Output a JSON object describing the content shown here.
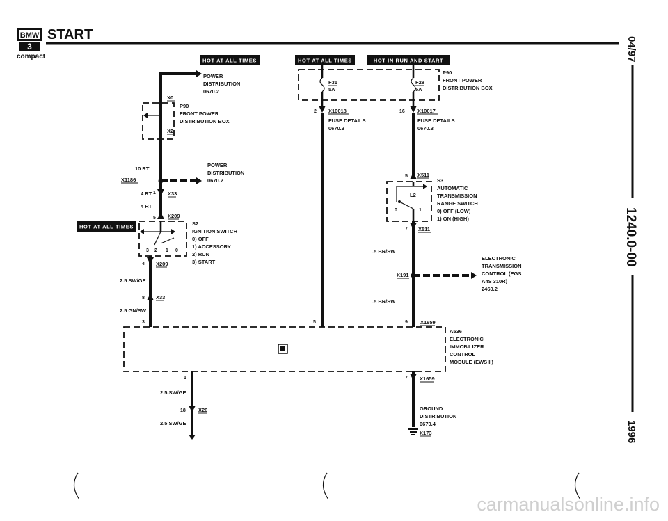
{
  "header": {
    "logo_text": "BMW",
    "series_badge": "3",
    "compact_label": "compact",
    "title": "START"
  },
  "side_margin": {
    "date_code": "04/97",
    "page_code": "1240.0-00",
    "year": "1996"
  },
  "tags": {
    "hot_at_all_times_1": "HOT AT ALL TIMES",
    "hot_at_all_times_2": "HOT AT ALL TIMES",
    "hot_in_run_and_start": "HOT IN RUN AND START",
    "hot_at_all_times_3": "HOT AT ALL TIMES"
  },
  "left_column": {
    "power_dist_top": [
      "POWER",
      "DISTRIBUTION",
      "0670.2"
    ],
    "x0": "X0",
    "p90_box": [
      "P90",
      "FRONT POWER",
      "DISTRIBUTION BOX"
    ],
    "x2": "X2",
    "wire_10rt": "10 RT",
    "x1186": "X1186",
    "power_dist_side": [
      "POWER",
      "DISTRIBUTION",
      "0670.2"
    ],
    "wire_4rt_a": "4 RT",
    "pin_1": "1",
    "x33_top": "X33",
    "wire_4rt_b": "4 RT",
    "pin_5": "5",
    "x209_top": "X209",
    "s2_box": [
      "S2",
      "IGNITION SWITCH",
      "0)  OFF",
      "1)  ACCESSORY",
      "2)  RUN",
      "3)  START"
    ],
    "switch_positions": [
      "3",
      "2",
      "1",
      "0"
    ],
    "pin_4": "4",
    "x209_bottom": "X209",
    "wire_25_swge": "2.5 SW/GE",
    "pin_8": "8",
    "x33_bottom": "X33",
    "wire_25_gnsw": "2.5 GN/SW",
    "pin_3": "3"
  },
  "middle_column": {
    "f31": "F31",
    "f31_amp": "5A",
    "pin_2": "2",
    "x10018": "X10018",
    "fuse_details": [
      "FUSE DETAILS",
      "0670.3"
    ],
    "pin_5_bottom": "5"
  },
  "right_column": {
    "f28": "F28",
    "f28_amp": "5A",
    "p90_box": [
      "P90",
      "FRONT POWER",
      "DISTRIBUTION BOX"
    ],
    "pin_16": "16",
    "x10017": "X10017",
    "fuse_details": [
      "FUSE DETAILS",
      "0670.3"
    ],
    "pin_5": "5",
    "x511_top": "X511",
    "s3_box": [
      "S3",
      "AUTOMATIC",
      "TRANSMISSION",
      "RANGE SWITCH",
      "0)  OFF (LOW)",
      "1)  ON (HIGH)"
    ],
    "l2": "L2",
    "switch_positions": [
      "0",
      "1"
    ],
    "pin_7": "7",
    "x511_bottom": "X511",
    "wire_5_brsw_a": ".5 BR/SW",
    "x191": "X191",
    "egs_label": [
      "ELECTRONIC",
      "TRANSMISSION",
      "CONTROL (EGS",
      "A4S 310R)",
      "2460.2"
    ],
    "wire_5_brsw_b": ".5 BR/SW",
    "pin_9": "9",
    "x1659_top": "X1659"
  },
  "module": {
    "a536": [
      "A536",
      "ELECTRONIC",
      "IMMOBILIZER",
      "CONTROL",
      "MODULE (EWS II)"
    ]
  },
  "bottom": {
    "pin_1": "1",
    "wire_25_swge_a": "2.5 SW/GE",
    "pin_18": "18",
    "x20": "X20",
    "wire_25_swge_b": "2.5 SW/GE",
    "pin_7": "7",
    "x1659_bottom": "X1659",
    "ground_dist": [
      "GROUND",
      "DISTRIBUTION",
      "0670.4"
    ],
    "x173": "X173"
  },
  "watermark": "carmanualsonline.info"
}
